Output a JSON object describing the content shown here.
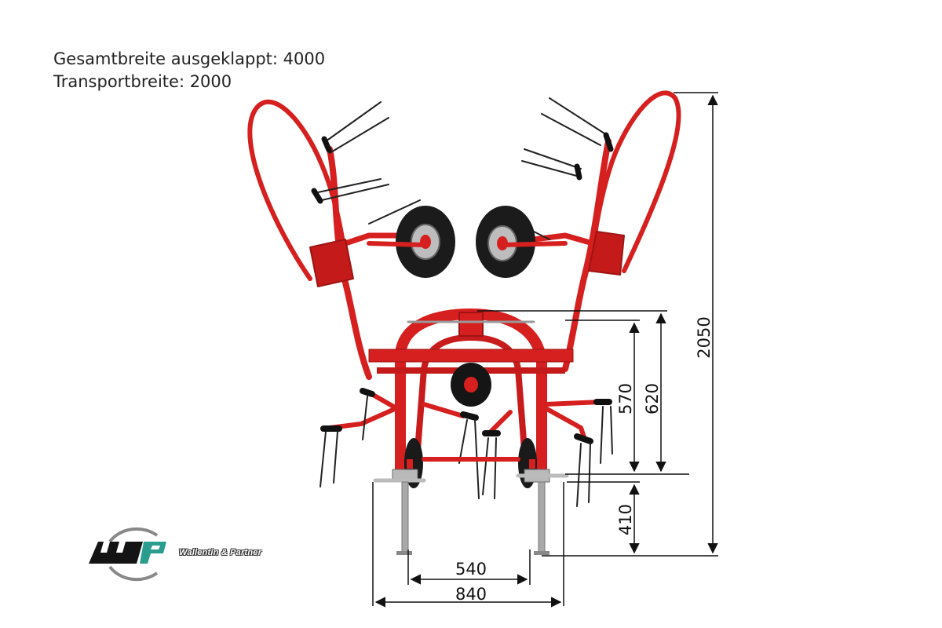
{
  "header": {
    "total_width": "Gesamtbreite ausgeklappt: 4000",
    "transport_width": "Transportbreite: 2000"
  },
  "dimensions": {
    "overall_height": "2050",
    "frame_height": "620",
    "center_height": "570",
    "wheel_height": "410",
    "track_inner": "540",
    "track_outer": "840"
  },
  "logo": {
    "brand_name": "Wallentin & Partner"
  },
  "colors": {
    "machine_red": "#d61f1f",
    "dark_red": "#9e1414",
    "logo_green": "#2a9d8f",
    "dimension_line": "#111111"
  }
}
